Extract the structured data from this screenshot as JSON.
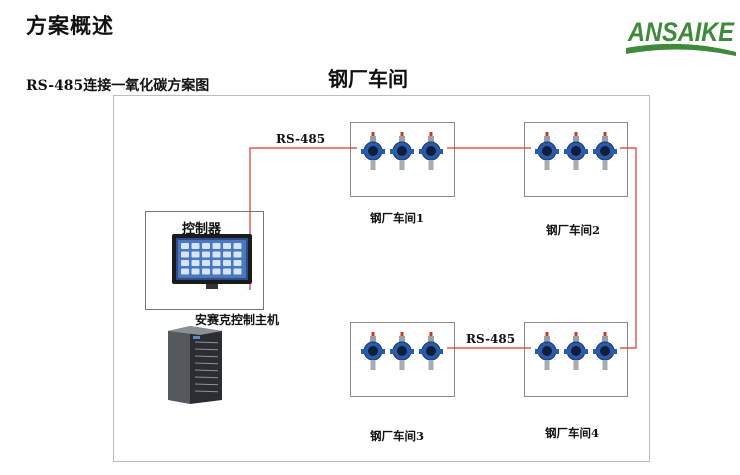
{
  "header": {
    "title": "方案概述",
    "subtitle": "RS-485连接一氧化碳方案图"
  },
  "logo": {
    "text": "ANSAIKE",
    "color": "#3f8a3a"
  },
  "diagram": {
    "title": "钢厂车间",
    "controller_label": "控制器",
    "host_label": "安赛克控制主机",
    "bus_label_top": "RS-485",
    "bus_label_bottom": "RS-485",
    "workshops": [
      {
        "label": "钢厂车间1"
      },
      {
        "label": "钢厂车间2"
      },
      {
        "label": "钢厂车间3"
      },
      {
        "label": "钢厂车间4"
      }
    ],
    "wire_color": "#d9382e"
  }
}
